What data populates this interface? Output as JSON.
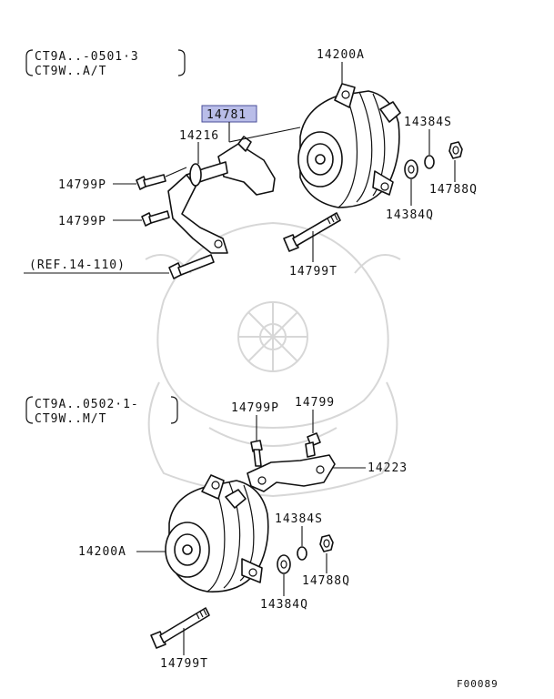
{
  "top_group": {
    "condition_line1": "CT9A..-0501·3",
    "condition_line2": "CT9W..A/T",
    "labels": {
      "alternator": "14200A",
      "highlighted_part": "14781",
      "bracket": "14216",
      "bolt_upper": "14799P",
      "bolt_lower": "14799P",
      "washer_spring": "14384S",
      "nut": "14788Q",
      "washer_plain": "14384Q",
      "long_bolt": "14799T",
      "reference": "(REF.14-110)"
    }
  },
  "bottom_group": {
    "condition_line1": "CT9A..0502·1-",
    "condition_line2": "CT9W..M/T",
    "labels": {
      "bolt_p": "14799P",
      "bolt": "14799",
      "bracket": "14223",
      "washer_spring": "14384S",
      "alternator": "14200A",
      "nut": "14788Q",
      "washer_plain": "14384Q",
      "long_bolt": "14799T"
    }
  },
  "figure_code": "F00089",
  "colors": {
    "highlight_fill": "#b9bde8",
    "line": "#111111",
    "watermark": "#d7d7d7"
  }
}
